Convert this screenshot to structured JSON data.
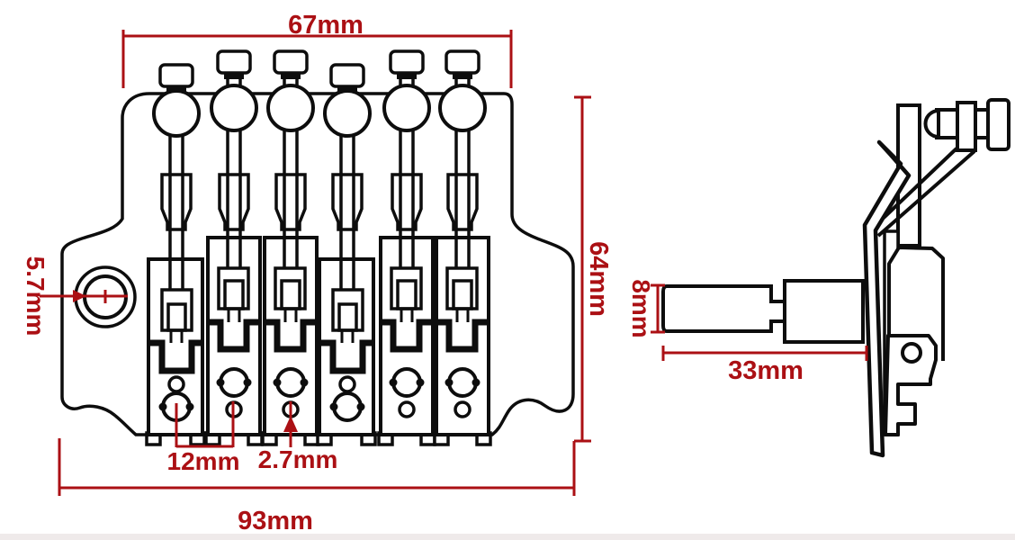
{
  "title": "Locking tremolo bridge dimension drawing",
  "colors": {
    "dimension_red": "#ab1014",
    "outline_black": "#0d0d0d",
    "background": "#ffffff"
  },
  "front_view": {
    "string_count": 6,
    "dimensions": {
      "top_width": "67mm",
      "overall_width": "93mm",
      "overall_height": "64mm",
      "mounting_hole": "5.7mm",
      "saddle_spacing": "12mm",
      "fine_tuner_hole": "2.7mm"
    }
  },
  "side_view": {
    "dimensions": {
      "arm_diameter": "8mm",
      "arm_length": "33mm"
    }
  }
}
